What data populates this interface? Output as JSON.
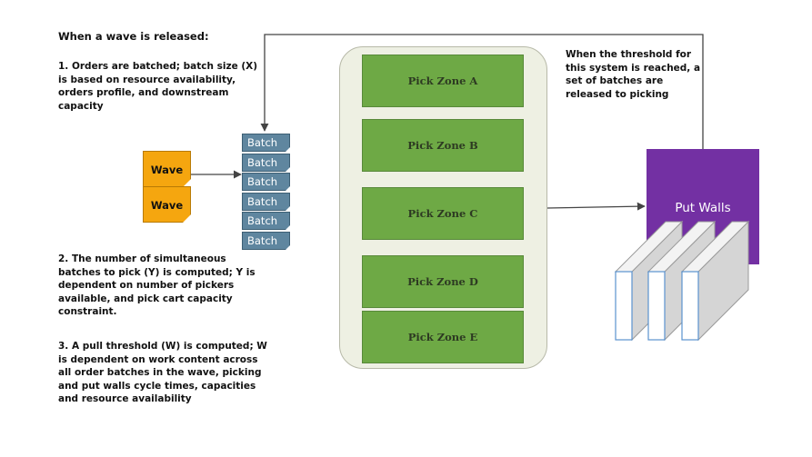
{
  "heading": "When a wave is released:",
  "steps": {
    "step1": "1. Orders are batched; batch size (X) is based on resource availability, orders profile, and downstream capacity",
    "step2": "2. The number of simultaneous batches to pick (Y) is computed; Y is dependent on number of pickers available, and pick cart capacity constraint.",
    "step3": "3. A pull threshold (W) is computed; W is dependent on work content across all order batches in the wave, picking and put walls cycle times, capacities and resource availability"
  },
  "threshold_note": "When the threshold for this system is reached, a set of batches are released to picking",
  "waves": [
    "Wave",
    "Wave"
  ],
  "batches": [
    "Batch",
    "Batch",
    "Batch",
    "Batch",
    "Batch",
    "Batch"
  ],
  "zones": [
    "Pick Zone A",
    "Pick Zone B",
    "Pick Zone C",
    "Pick Zone D",
    "Pick Zone E"
  ],
  "put_walls_label": "Put Walls",
  "colors": {
    "wave": "#f5a60f",
    "batch": "#5f869f",
    "zone": "#6ea945",
    "pick_area": "#eef0e3",
    "put_walls": "#7330a3"
  }
}
